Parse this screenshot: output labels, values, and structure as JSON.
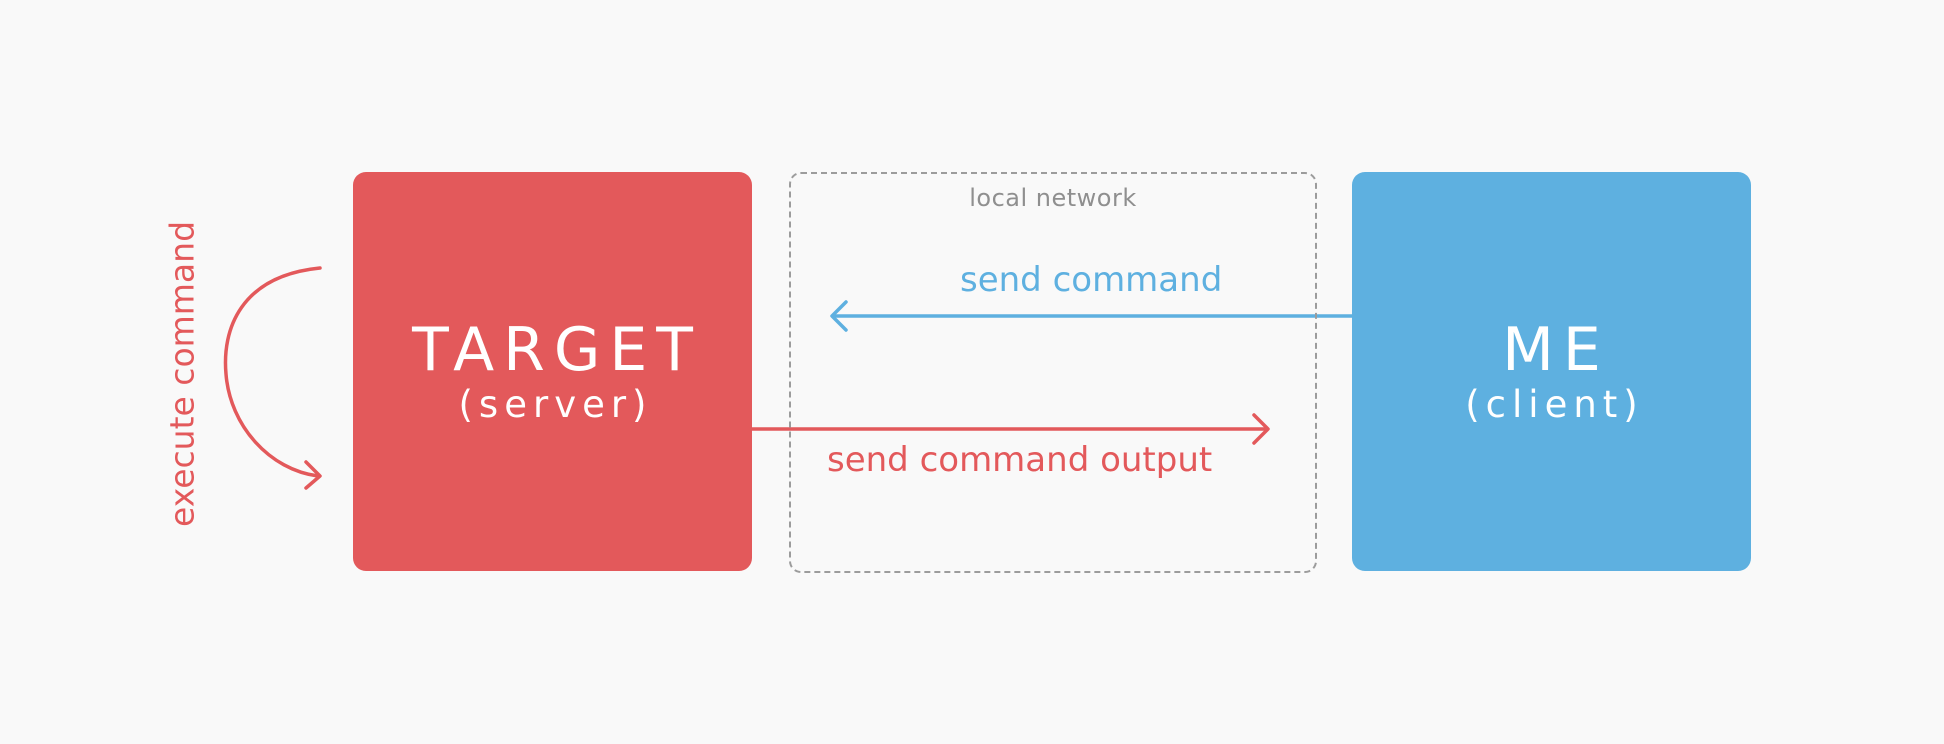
{
  "colors": {
    "background": "#f9f9f9",
    "server": "#e3595b",
    "client": "#5eb0e0",
    "network_border": "#9c9c9c",
    "network_label": "#8f8f8f"
  },
  "server": {
    "title": "TARGET",
    "subtitle": "(server)"
  },
  "client": {
    "title": "ME",
    "subtitle": "(client)"
  },
  "network": {
    "label": "local network"
  },
  "arrows": {
    "send_command": "send command",
    "send_output": "send command output",
    "execute": "execute command"
  }
}
